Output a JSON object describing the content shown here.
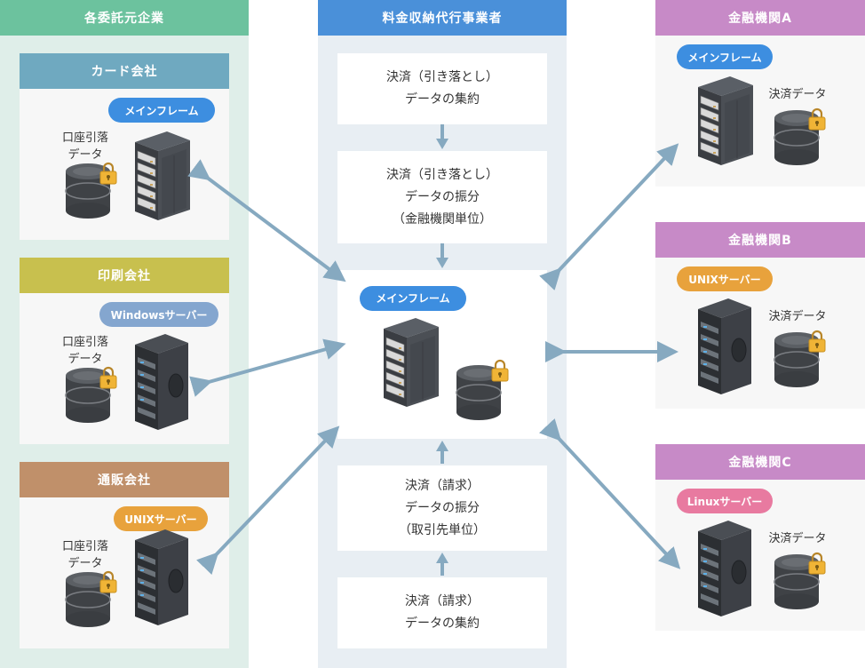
{
  "left": {
    "header": "各委託元企業",
    "panels": [
      {
        "title": "カード会社",
        "server_type": "メインフレーム",
        "db_label_line1": "口座引落",
        "db_label_line2": "データ",
        "title_color": "#6fa9c0",
        "pill_color": "#3d8ee0"
      },
      {
        "title": "印刷会社",
        "server_type": "Windowsサーバー",
        "db_label_line1": "口座引落",
        "db_label_line2": "データ",
        "title_color": "#c8c04e",
        "pill_color": "#84a6cf"
      },
      {
        "title": "通販会社",
        "server_type": "UNIXサーバー",
        "db_label_line1": "口座引落",
        "db_label_line2": "データ",
        "title_color": "#c0906a",
        "pill_color": "#e8a23c"
      }
    ]
  },
  "center": {
    "header": "料金収納代行事業者",
    "steps": [
      {
        "line1": "決済（引き落とし）",
        "line2": "データの集約",
        "line3": ""
      },
      {
        "line1": "決済（引き落とし）",
        "line2": "データの振分",
        "line3": "（金融機関単位）"
      },
      {
        "line1": "決済（請求）",
        "line2": "データの振分",
        "line3": "（取引先単位）"
      },
      {
        "line1": "決済（請求）",
        "line2": "データの集約",
        "line3": ""
      }
    ],
    "hub_server_type": "メインフレーム",
    "hub_pill_color": "#3d8ee0"
  },
  "right": {
    "panels": [
      {
        "title": "金融機関A",
        "server_type": "メインフレーム",
        "db_label": "決済データ",
        "title_color": "#c78ac7",
        "pill_color": "#3d8ee0"
      },
      {
        "title": "金融機関B",
        "server_type": "UNIXサーバー",
        "db_label": "決済データ",
        "title_color": "#c78ac7",
        "pill_color": "#e8a23c"
      },
      {
        "title": "金融機関C",
        "server_type": "Linuxサーバー",
        "db_label": "決済データ",
        "title_color": "#c78ac7",
        "pill_color": "#e87aa0"
      }
    ]
  },
  "colors": {
    "arrow": "#86a9c0",
    "panel_bg": "#f7f7f7"
  }
}
